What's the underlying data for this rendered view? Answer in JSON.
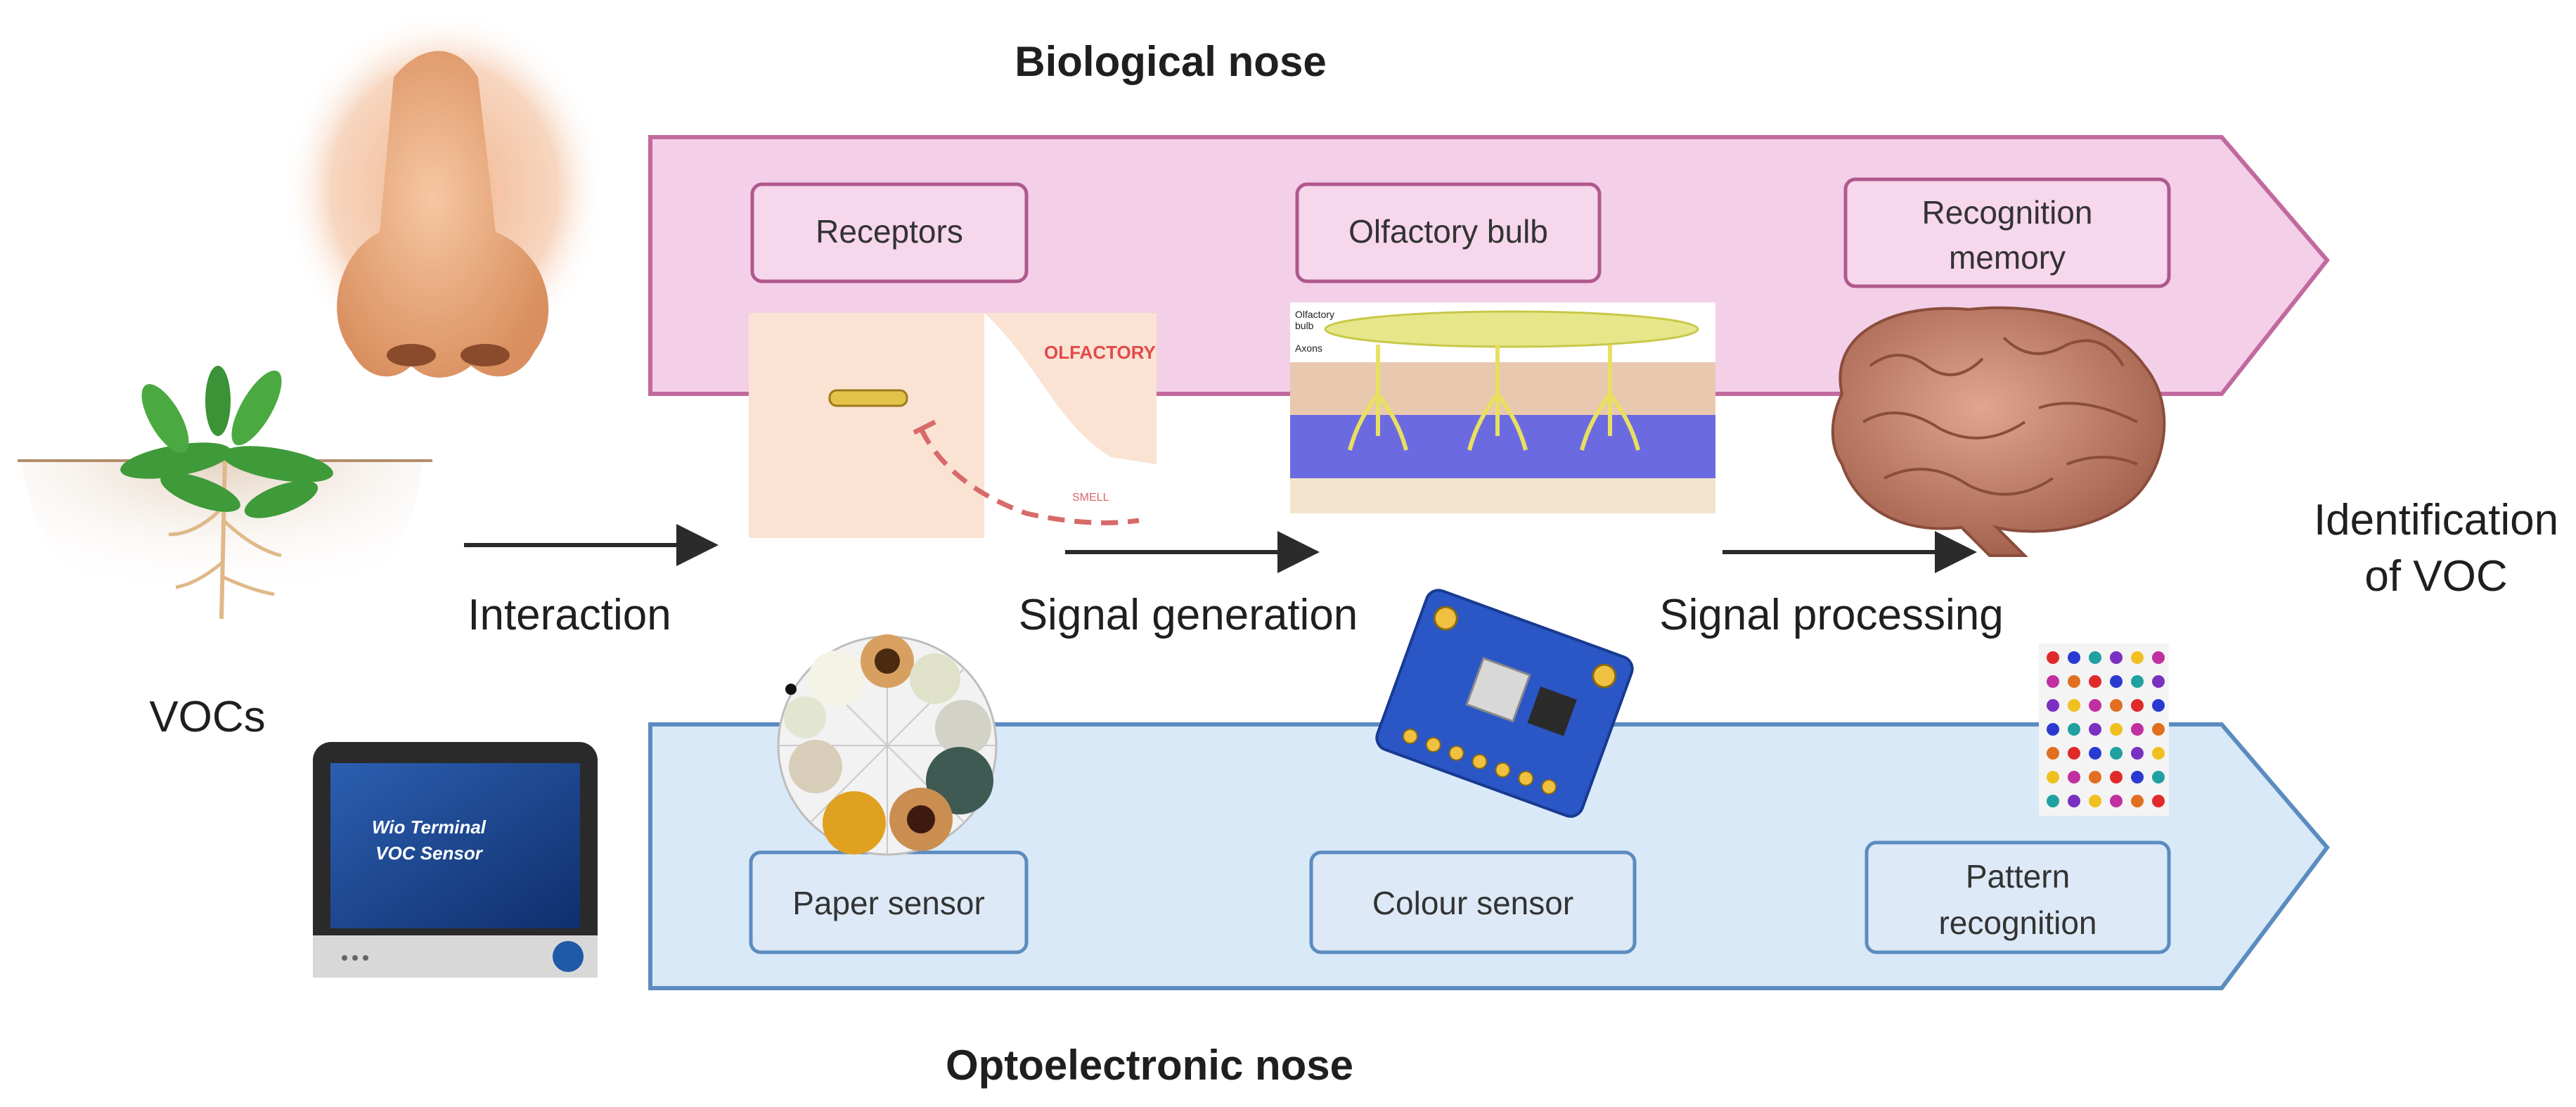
{
  "titles": {
    "top": "Biological nose",
    "bottom": "Optoelectronic nose"
  },
  "biological": {
    "boxes": [
      {
        "label_lines": [
          "Receptors"
        ]
      },
      {
        "label_lines": [
          "Olfactory bulb"
        ]
      },
      {
        "label_lines": [
          "Recognition",
          "memory"
        ]
      }
    ],
    "olfactory_image": {
      "label": "OLFACTORY",
      "smell_label": "SMELL"
    },
    "bulb_image": {
      "labels": [
        "Olfactory",
        "bulb",
        "Axons"
      ]
    }
  },
  "optoelectronic": {
    "boxes": [
      {
        "label_lines": [
          "Paper sensor"
        ]
      },
      {
        "label_lines": [
          "Colour sensor"
        ]
      },
      {
        "label_lines": [
          "Pattern",
          "recognition"
        ]
      }
    ],
    "terminal_screen_lines": [
      "Wio Terminal",
      "VOC Sensor"
    ]
  },
  "steps": {
    "source": "VOCs",
    "step1": "Interaction",
    "step2": "Signal generation",
    "step3": "Signal processing",
    "result_lines": [
      "Identification",
      "of VOC"
    ]
  },
  "colors": {
    "bio_fill": "#f4cfe8",
    "bio_stroke": "#c2699e",
    "opto_fill": "#d9e9f8",
    "opto_stroke": "#5b8cc0"
  }
}
